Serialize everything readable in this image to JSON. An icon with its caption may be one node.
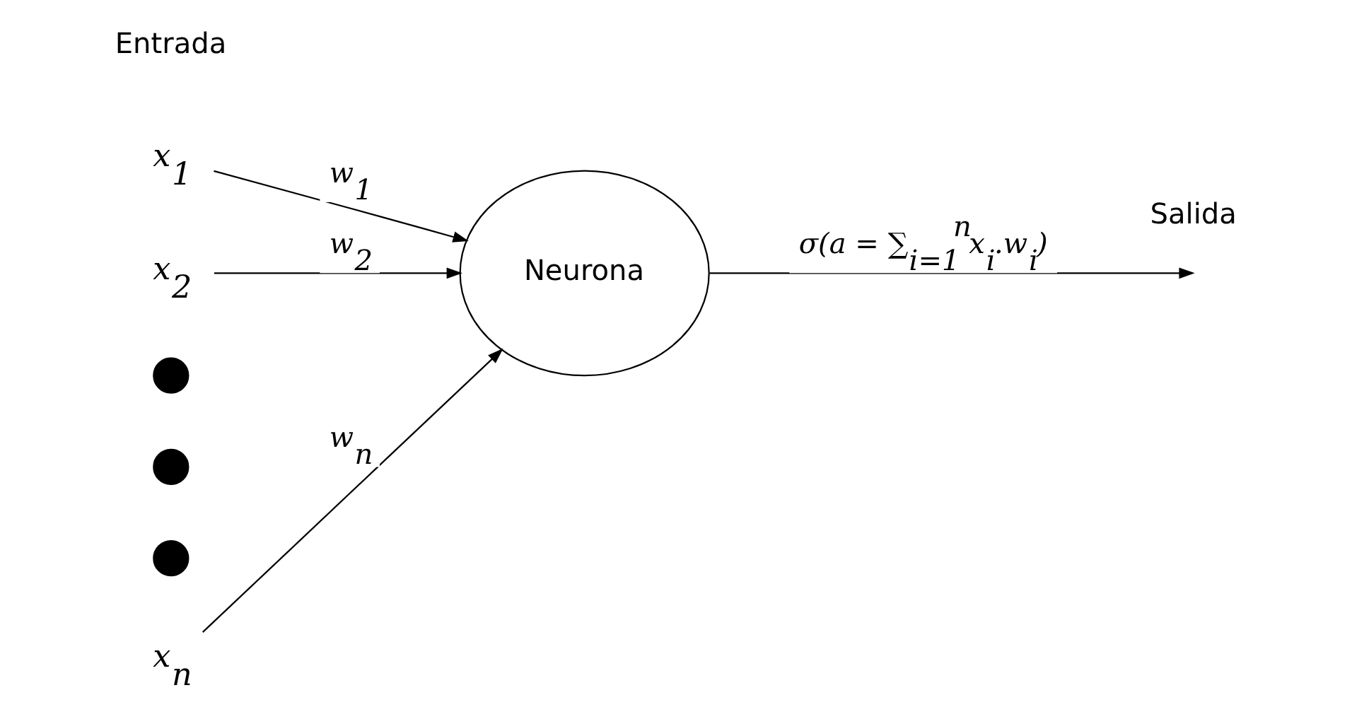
{
  "diagram": {
    "nodes": [
      {
        "text": [
          "x$_{1}$"
        ]
      },
      {
        "text": [
          "x$_{2}$"
        ]
      },
      {
        "text": [],
        "shape": "circle"
      },
      {
        "text": [],
        "shape": "circle"
      },
      {
        "text": [],
        "shape": "circle"
      },
      {
        "text": [
          "x$_{n}$"
        ]
      },
      {
        "text": [
          "Neurona"
        ]
      }
    ],
    "edges": [
      {
        "from": 0,
        "to": 6,
        "arrow": "to",
        "label": "w$_{1}$"
      },
      {
        "from": 1,
        "to": 6,
        "arrow": "to",
        "label": "w$_{2}$"
      },
      {
        "from": 5,
        "to": 6,
        "arrow": "to",
        "label": "w$_{n}$"
      },
      {
        "from": 6,
        "to": null,
        "arrow": "to",
        "label": "σ(a = ∑$_{i=1}$$^{n}$x$_{i}$.w$_{i}$)"
      }
    ],
    "labels": [
      "Entrada",
      "Salida"
    ]
  }
}
